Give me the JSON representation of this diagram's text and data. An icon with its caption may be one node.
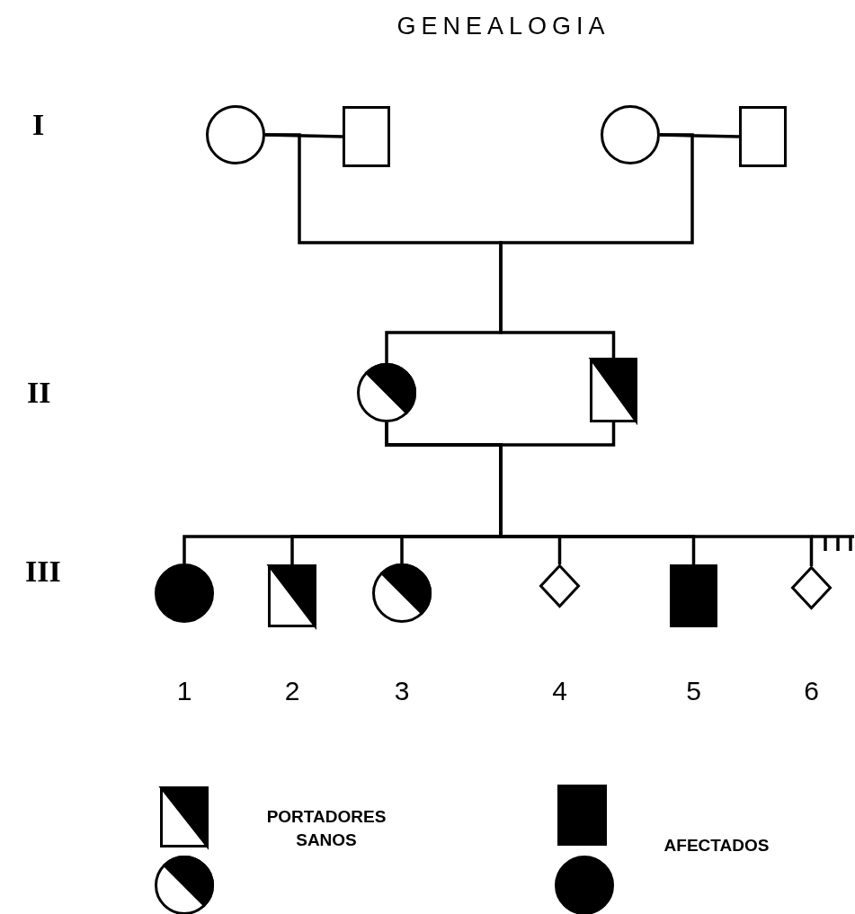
{
  "diagram": {
    "title": "GENEALOGIA",
    "nodes": [
      {
        "text": [],
        "shape": "circle"
      },
      {
        "text": [],
        "shape": "box"
      },
      {
        "text": [],
        "shape": "circle"
      },
      {
        "text": [],
        "shape": "box"
      },
      {
        "text": [],
        "shape": "circle"
      },
      {
        "text": [],
        "shape": "box"
      },
      {
        "text": [],
        "shape": "circle",
        "beside": [
          "1"
        ]
      },
      {
        "text": [],
        "shape": "box",
        "beside": [
          "2"
        ]
      },
      {
        "text": [],
        "shape": "circle",
        "beside": [
          "3"
        ]
      },
      {
        "text": [],
        "shape": "diamond",
        "beside": [
          "4"
        ]
      },
      {
        "text": [],
        "shape": "box",
        "beside": [
          "5"
        ]
      },
      {
        "text": [],
        "shape": "diamond",
        "beside": [
          "6"
        ]
      }
    ],
    "edges": [
      {
        "from": 0,
        "to": 1,
        "arrow": "none"
      },
      {
        "from": 2,
        "to": 3,
        "arrow": "none"
      },
      {
        "from": 0,
        "to": 4,
        "arrow": "none"
      },
      {
        "from": 2,
        "to": 5,
        "arrow": "none"
      },
      {
        "from": 4,
        "to": 5,
        "arrow": "none"
      },
      {
        "from": 4,
        "to": 6,
        "arrow": "none"
      },
      {
        "from": 4,
        "to": 7,
        "arrow": "none"
      },
      {
        "from": 4,
        "to": 8,
        "arrow": "none"
      },
      {
        "from": 4,
        "to": 9,
        "arrow": "none"
      },
      {
        "from": 4,
        "to": 10,
        "arrow": "none"
      },
      {
        "from": 4,
        "to": 11,
        "arrow": "none"
      }
    ],
    "labels": [
      "I",
      "II",
      "III"
    ],
    "legend": [
      {
        "text": "PORTADORES SANOS"
      },
      {
        "text": "AFECTADOS"
      }
    ]
  }
}
